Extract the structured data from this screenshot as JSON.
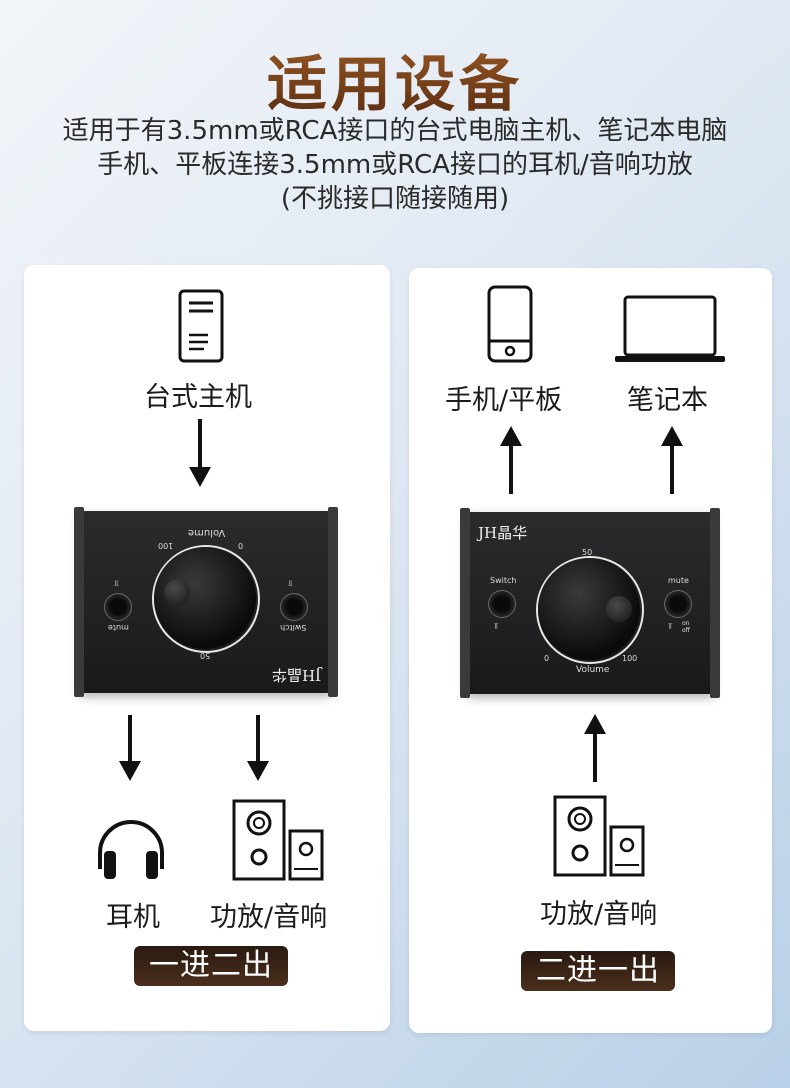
{
  "header": {
    "title": "适用设备",
    "line1": "适用于有3.5mm或RCA接口的台式电脑主机、笔记本电脑",
    "line2": "手机、平板连接3.5mm或RCA接口的耳机/音响功放",
    "line3": "(不挑接口随接随用)"
  },
  "left_card": {
    "source_label": "台式主机",
    "device": {
      "volume_label": "Volume",
      "scale_0": "0",
      "scale_50": "50",
      "scale_100": "100",
      "mute_label": "mute",
      "switch_label": "Switch",
      "brand": "JH晶华"
    },
    "out1_label": "耳机",
    "out2_label": "功放/音响",
    "badge": "一进二出"
  },
  "right_card": {
    "target1_label": "手机/平板",
    "target2_label": "笔记本",
    "device": {
      "brand": "JH晶华",
      "volume_label": "Volume",
      "scale_0": "0",
      "scale_50": "50",
      "scale_100": "100",
      "switch_label": "Switch",
      "mute_label": "mute",
      "on_label": "on",
      "off_label": "off"
    },
    "source_label": "功放/音响",
    "badge": "二进一出"
  }
}
